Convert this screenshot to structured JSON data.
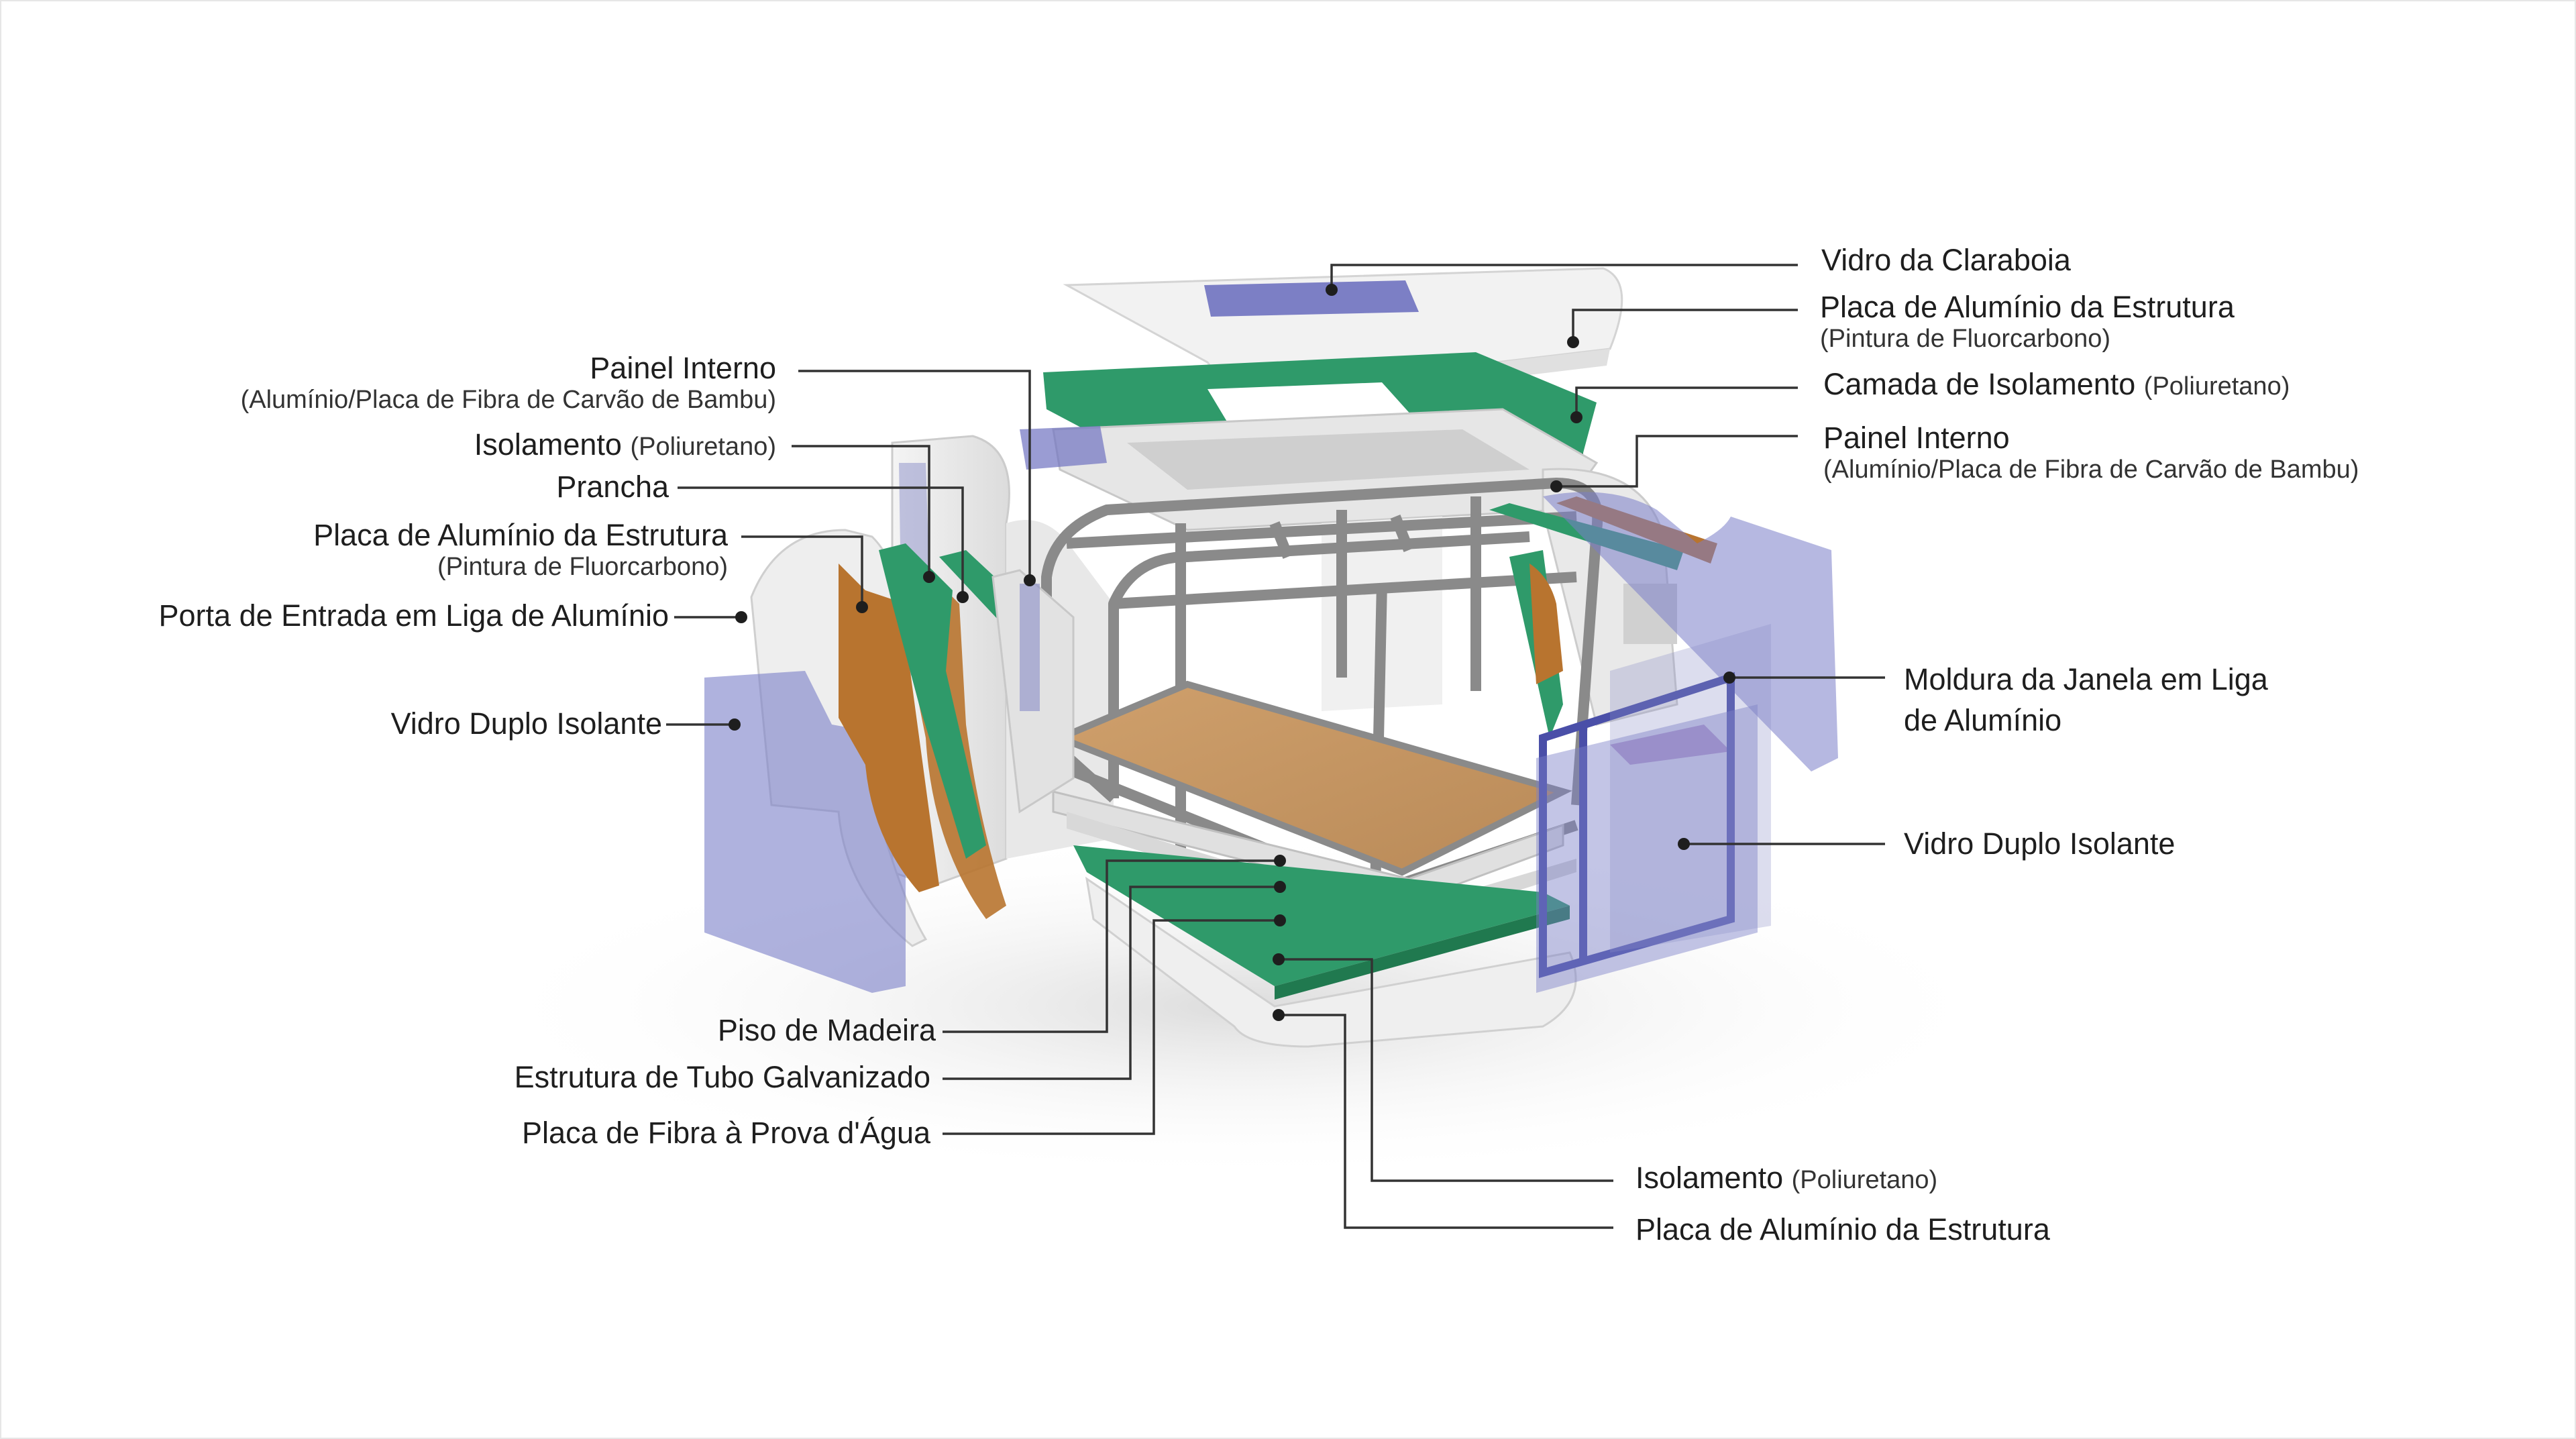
{
  "labels": {
    "vidro_claraboia": "Vidro da Claraboia",
    "placa_aluminio_topo": "Placa de Alumínio da Estrutura",
    "placa_aluminio_topo_sub": "(Pintura de Fluorcarbono)",
    "camada_isolamento": "Camada de Isolamento",
    "camada_isolamento_sub": "(Poliuretano)",
    "painel_interno_dir": "Painel Interno",
    "painel_interno_dir_sub": "(Alumínio/Placa de Fibra de Carvão de Bambu)",
    "moldura_janela_1": "Moldura da Janela em Liga",
    "moldura_janela_2": "de Alumínio",
    "vidro_duplo_dir": "Vidro Duplo Isolante",
    "isolamento_base": "Isolamento",
    "isolamento_base_sub": "(Poliuretano)",
    "placa_aluminio_base": "Placa de Alumínio da Estrutura",
    "painel_interno_esq": "Painel Interno",
    "painel_interno_esq_sub": "(Alumínio/Placa de Fibra de Carvão de Bambu)",
    "isolamento_esq": "Isolamento",
    "isolamento_esq_sub": "(Poliuretano)",
    "prancha": "Prancha",
    "placa_aluminio_esq": "Placa de Alumínio da Estrutura",
    "placa_aluminio_esq_sub": "(Pintura de Fluorcarbono)",
    "porta_entrada": "Porta de Entrada em Liga de Alumínio",
    "vidro_duplo_esq": "Vidro Duplo Isolante",
    "piso_madeira": "Piso de Madeira",
    "estrutura_tubo": "Estrutura de Tubo Galvanizado",
    "placa_fibra": "Placa de Fibra à Prova d'Água"
  },
  "colors": {
    "insulation_green": "#2f9a6a",
    "glass_purple": "#7a7ec8",
    "board_brown": "#b8742f",
    "frame_gray": "#8a8a8a",
    "wood_floor": "#c89a66",
    "panel_white": "#eeeeee",
    "leader_line": "#333333"
  }
}
